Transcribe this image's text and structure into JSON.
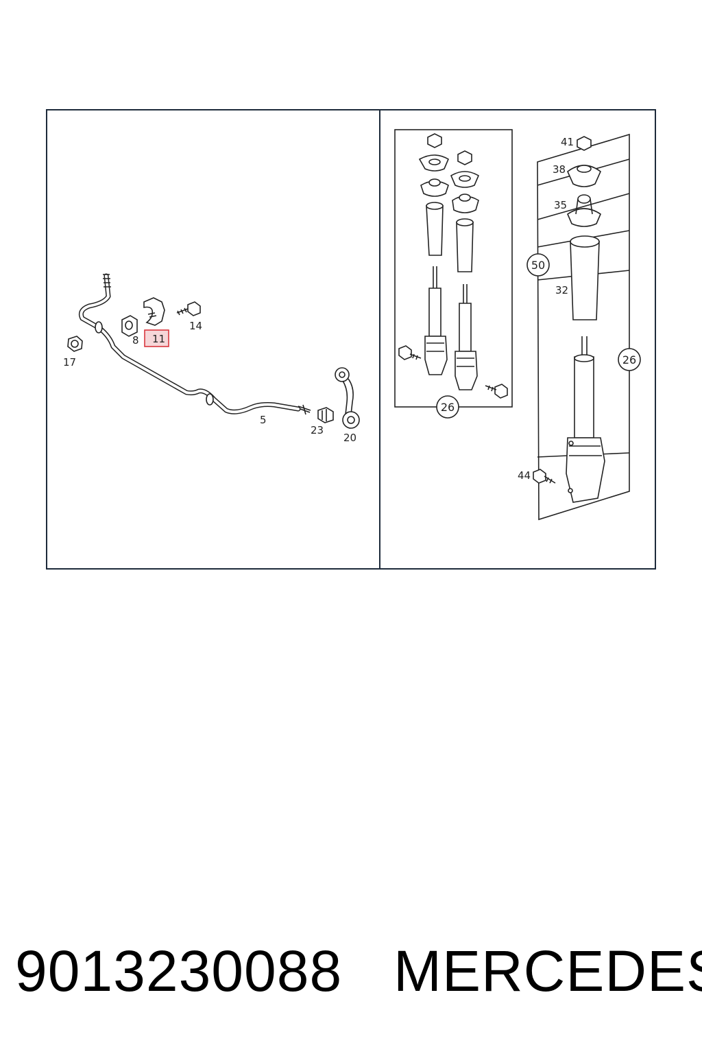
{
  "diagram": {
    "left_panel": {
      "callouts": {
        "c5": "5",
        "c8": "8",
        "c11": "11",
        "c14": "14",
        "c17": "17",
        "c20": "20",
        "c23": "23"
      },
      "highlight_color": "#d9363e",
      "highlight_fill": "#f6d6d8"
    },
    "right_panel": {
      "callouts": {
        "c26a": "26",
        "c26b": "26",
        "c32": "32",
        "c35": "35",
        "c38": "38",
        "c41": "41",
        "c44": "44",
        "c50": "50"
      }
    },
    "frame_color": "#1d2a3a"
  },
  "footer": {
    "part_number": "9013230088",
    "brand": "MERCEDES"
  }
}
